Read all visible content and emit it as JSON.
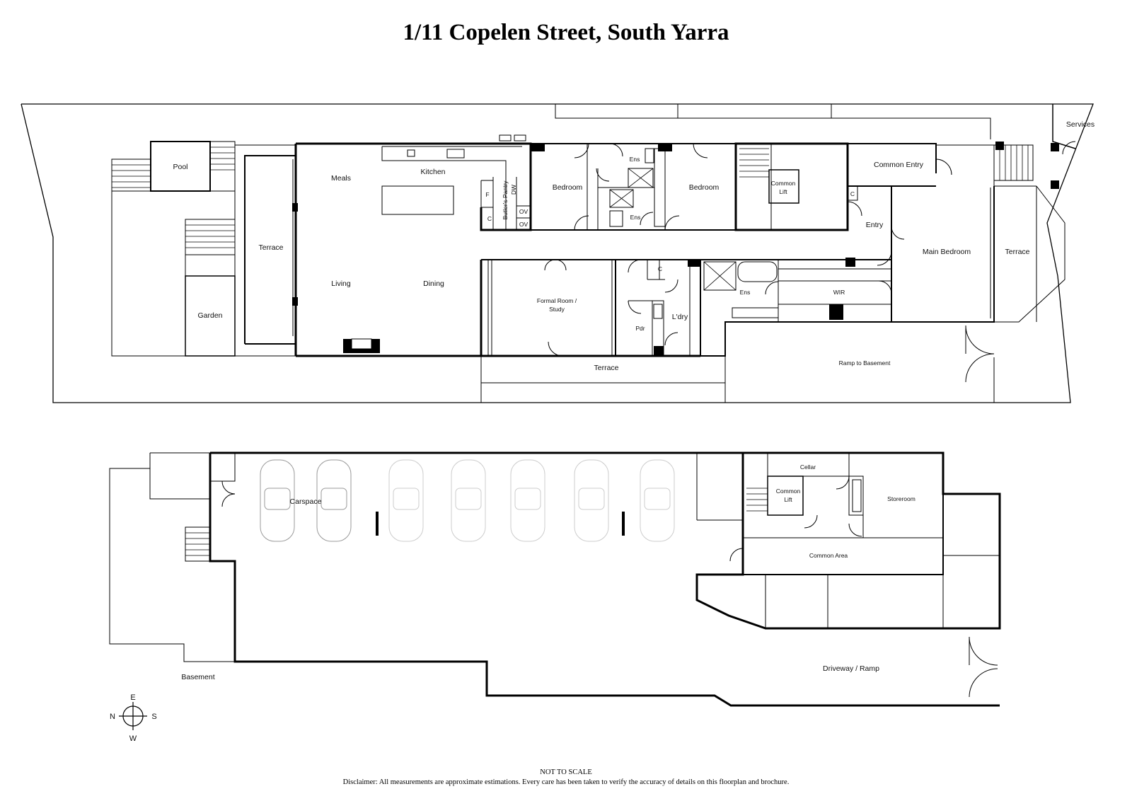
{
  "title": "1/11 Copelen Street, South Yarra",
  "rooms": {
    "pool": "Pool",
    "garden": "Garden",
    "terrace_west": "Terrace",
    "meals": "Meals",
    "kitchen": "Kitchen",
    "living": "Living",
    "dining": "Dining",
    "butlers_pantry": "Butler's Pantry",
    "dw": "DW",
    "ov1": "OV",
    "ov2": "OV",
    "fridge": "F",
    "cupboard_kitchen": "C",
    "bedroom1": "Bedroom",
    "ens1": "Ens",
    "ens2": "Ens",
    "bedroom2": "Bedroom",
    "formal_room_line1": "Formal Room /",
    "formal_room_line2": "Study",
    "cupboard_ldry": "C",
    "pdr": "Pdr",
    "ldry": "L'dry",
    "terrace_south": "Terrace",
    "common_lift_line1": "Common",
    "common_lift_line2": "Lift",
    "common_entry": "Common Entry",
    "cupboard_entry": "C",
    "entry": "Entry",
    "ens3": "Ens",
    "wir": "WIR",
    "main_bedroom": "Main Bedroom",
    "terrace_east": "Terrace",
    "services": "Services",
    "ramp_to_basement": "Ramp to Basement",
    "carspace": "Carspace",
    "cellar": "Cellar",
    "basement_lift_line1": "Common",
    "basement_lift_line2": "Lift",
    "storeroom": "Storeroom",
    "common_area": "Common Area",
    "driveway": "Driveway / Ramp",
    "basement": "Basement"
  },
  "compass": {
    "north": "N",
    "east": "E",
    "south": "S",
    "west": "W"
  },
  "footer": {
    "not_to_scale": "NOT TO SCALE",
    "disclaimer": "Disclaimer: All measurements are approximate estimations. Every care has been taken to verify the accuracy of details on this floorplan and brochure."
  }
}
